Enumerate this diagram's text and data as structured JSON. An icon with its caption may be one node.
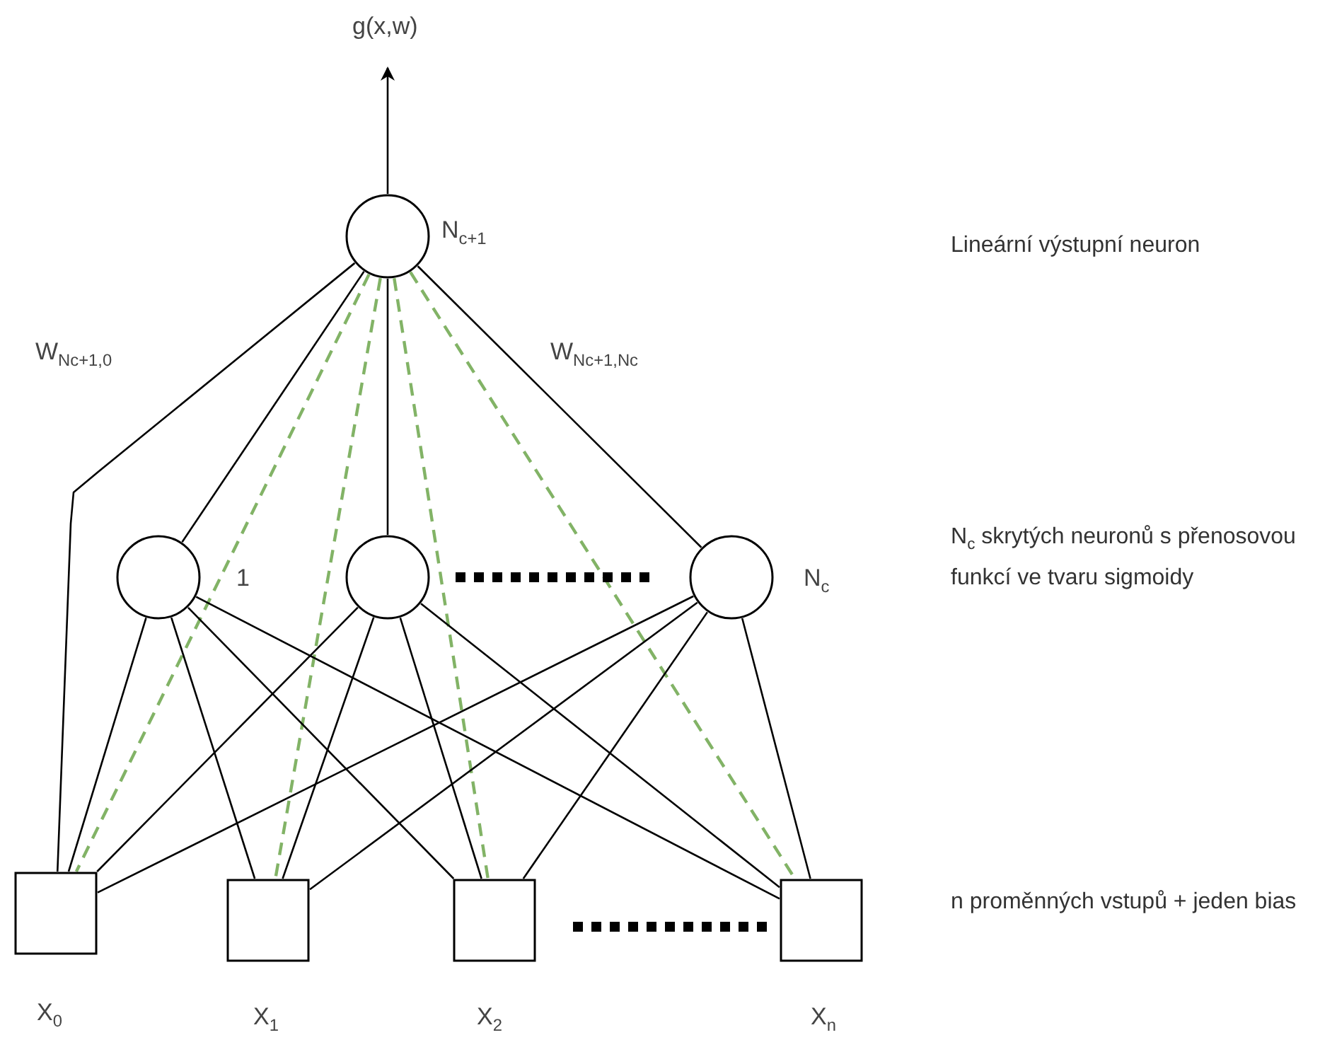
{
  "diagram": {
    "nodes": [
      {
        "text": [],
        "shape": "circle",
        "beside": [
          "N$_{c+1}$"
        ]
      },
      {
        "text": [],
        "shape": "circle",
        "beside": [
          "1"
        ]
      },
      {
        "text": [],
        "shape": "circle"
      },
      {
        "text": [],
        "shape": "circle",
        "beside": [
          "N$_{c}$"
        ]
      },
      {
        "text": [],
        "shape": "box",
        "beside": [
          "X$_{0}$"
        ]
      },
      {
        "text": [],
        "shape": "box",
        "beside": [
          "X$_{1}$"
        ]
      },
      {
        "text": [],
        "shape": "box",
        "beside": [
          "X$_{2}$"
        ]
      },
      {
        "text": [],
        "shape": "box",
        "beside": [
          "X$_{n}$"
        ]
      }
    ],
    "edges": [
      {
        "from": 0,
        "to": null,
        "arrow": "to",
        "label": "g(x,w)"
      },
      {
        "from": 0,
        "to": 4,
        "arrow": "none",
        "label": "W$_{Nc+1,0}$"
      },
      {
        "from": 0,
        "to": 1,
        "arrow": "none"
      },
      {
        "from": 0,
        "to": 2,
        "arrow": "none"
      },
      {
        "from": 0,
        "to": 3,
        "arrow": "none",
        "label": "W$_{Nc+1,Nc}$"
      },
      {
        "from": 0,
        "to": 4,
        "arrow": "none",
        "style": "dashed",
        "color": "#82b366"
      },
      {
        "from": 0,
        "to": 5,
        "arrow": "none",
        "style": "dashed",
        "color": "#82b366"
      },
      {
        "from": 0,
        "to": 6,
        "arrow": "none",
        "style": "dashed",
        "color": "#82b366"
      },
      {
        "from": 0,
        "to": 7,
        "arrow": "none",
        "style": "dashed",
        "color": "#82b366"
      },
      {
        "from": 1,
        "to": 4,
        "arrow": "none"
      },
      {
        "from": 1,
        "to": 5,
        "arrow": "none"
      },
      {
        "from": 1,
        "to": 6,
        "arrow": "none"
      },
      {
        "from": 1,
        "to": 7,
        "arrow": "none"
      },
      {
        "from": 2,
        "to": 4,
        "arrow": "none"
      },
      {
        "from": 2,
        "to": 5,
        "arrow": "none"
      },
      {
        "from": 2,
        "to": 6,
        "arrow": "none"
      },
      {
        "from": 2,
        "to": 7,
        "arrow": "none"
      },
      {
        "from": 3,
        "to": 4,
        "arrow": "none"
      },
      {
        "from": 3,
        "to": 5,
        "arrow": "none"
      },
      {
        "from": 3,
        "to": 6,
        "arrow": "none"
      },
      {
        "from": 3,
        "to": 7,
        "arrow": "none"
      }
    ],
    "labels": [
      "Lineární výstupní neuron",
      "N$_{c}$ skrytých neuronů s přenosovou funkcí ve tvaru sigmoidy",
      "n proměnných vstupů + jeden bias"
    ]
  }
}
